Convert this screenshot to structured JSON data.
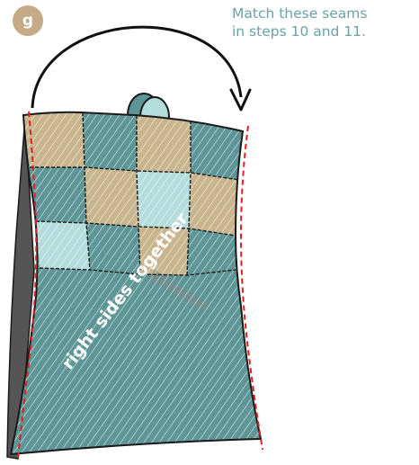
{
  "step": {
    "label": "g"
  },
  "instruction": {
    "line1": "Match these seams",
    "line2": "in steps 10 and 11."
  },
  "diagram": {
    "label": "right sides together"
  },
  "colors": {
    "badge": "#c4ab85",
    "instruction_text": "#6aa3a5",
    "fabric_teal": "#5e9596",
    "fabric_tan": "#c8b48d",
    "fabric_light": "#b5dcdd",
    "seam_line": "#e02020",
    "outline": "#1a1a1a"
  },
  "icons": {
    "fold_arrow": "curved-arrow-icon"
  }
}
